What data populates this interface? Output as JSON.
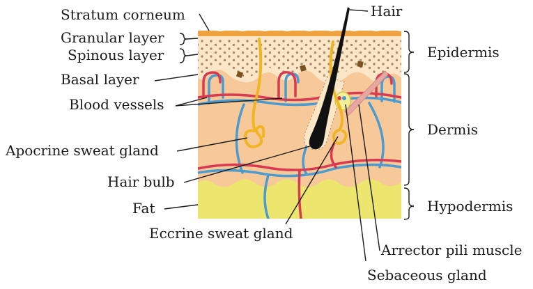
{
  "labels": {
    "hair": "Hair",
    "stratum_corneum": "Stratum corneum",
    "granular_layer": "Granular layer",
    "spinous_layer": "Spinous layer",
    "basal_layer": "Basal layer",
    "blood_vessels": "Blood vessels",
    "apocrine_sweat_gland": "Apocrine sweat gland",
    "hair_bulb": "Hair bulb",
    "fat": "Fat",
    "eccrine_sweat_gland": "Eccrine sweat gland",
    "arrector_pili_muscle": "Arrector pili muscle",
    "sebaceous_gland": "Sebaceous gland",
    "epidermis": "Epidermis",
    "dermis": "Dermis",
    "hypodermis": "Hypodermis"
  },
  "colors": {
    "stratum": "#f0a142",
    "epidermis": "#fbe7c8",
    "dermis": "#f7c898",
    "fat": "#ede66e",
    "vessel_red": "#d93a52",
    "vessel_blue": "#4b9ad0",
    "gland": "#f0b524",
    "hair": "#111111"
  }
}
